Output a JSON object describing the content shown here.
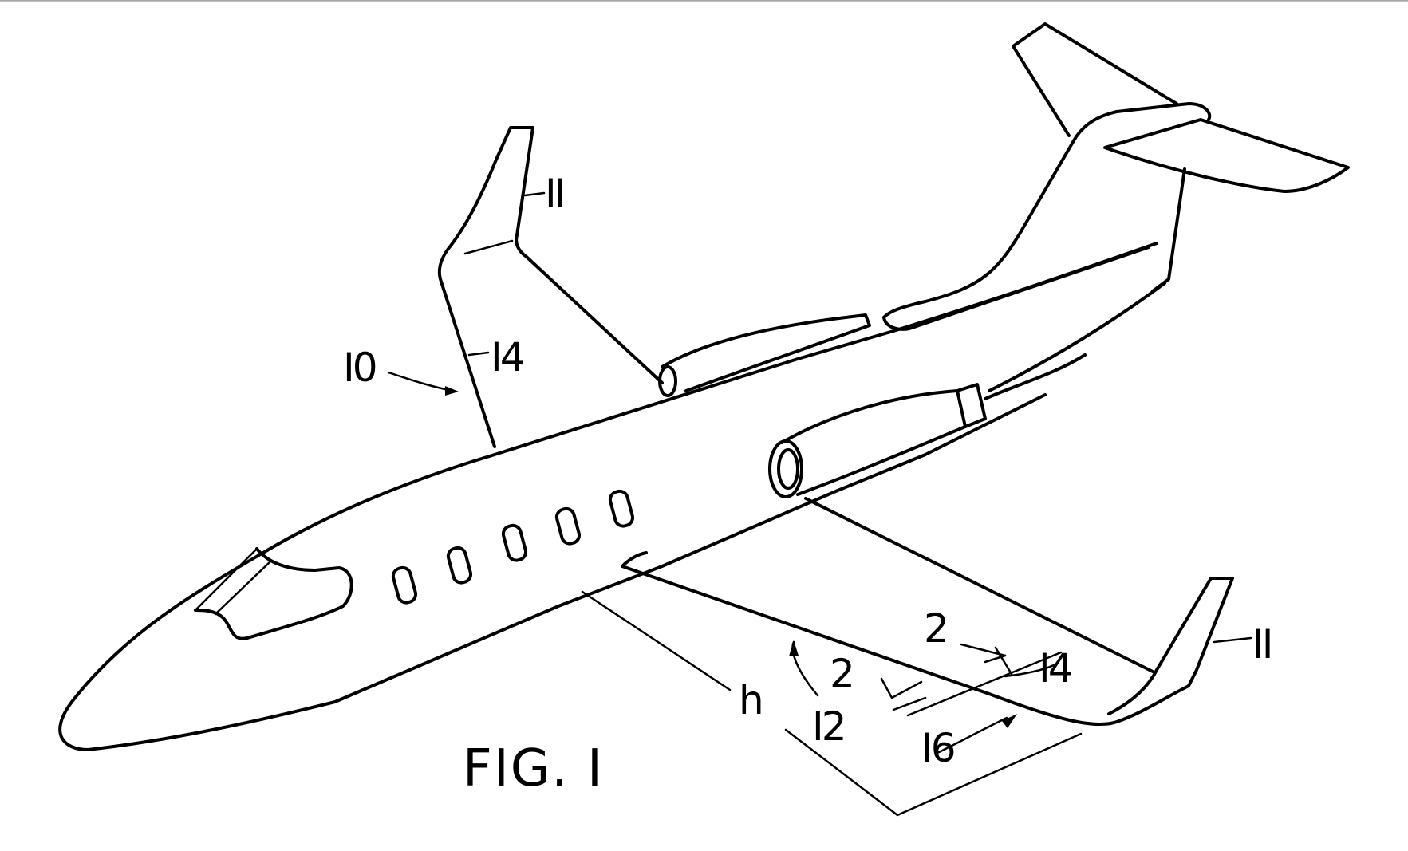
{
  "figure": {
    "title": "FIG. I",
    "subject": "aircraft-with-winglets",
    "colors": {
      "ink": "#000000",
      "paper": "#ffffff"
    }
  },
  "reference_labels": {
    "aircraft": "I0",
    "winglet_left": "II",
    "winglet_right": "II",
    "wing_left": "I4",
    "wing_right": "I4",
    "angle": "I2",
    "height": "h",
    "span_region": "I6",
    "section_upper": "2",
    "section_lower": "2"
  }
}
